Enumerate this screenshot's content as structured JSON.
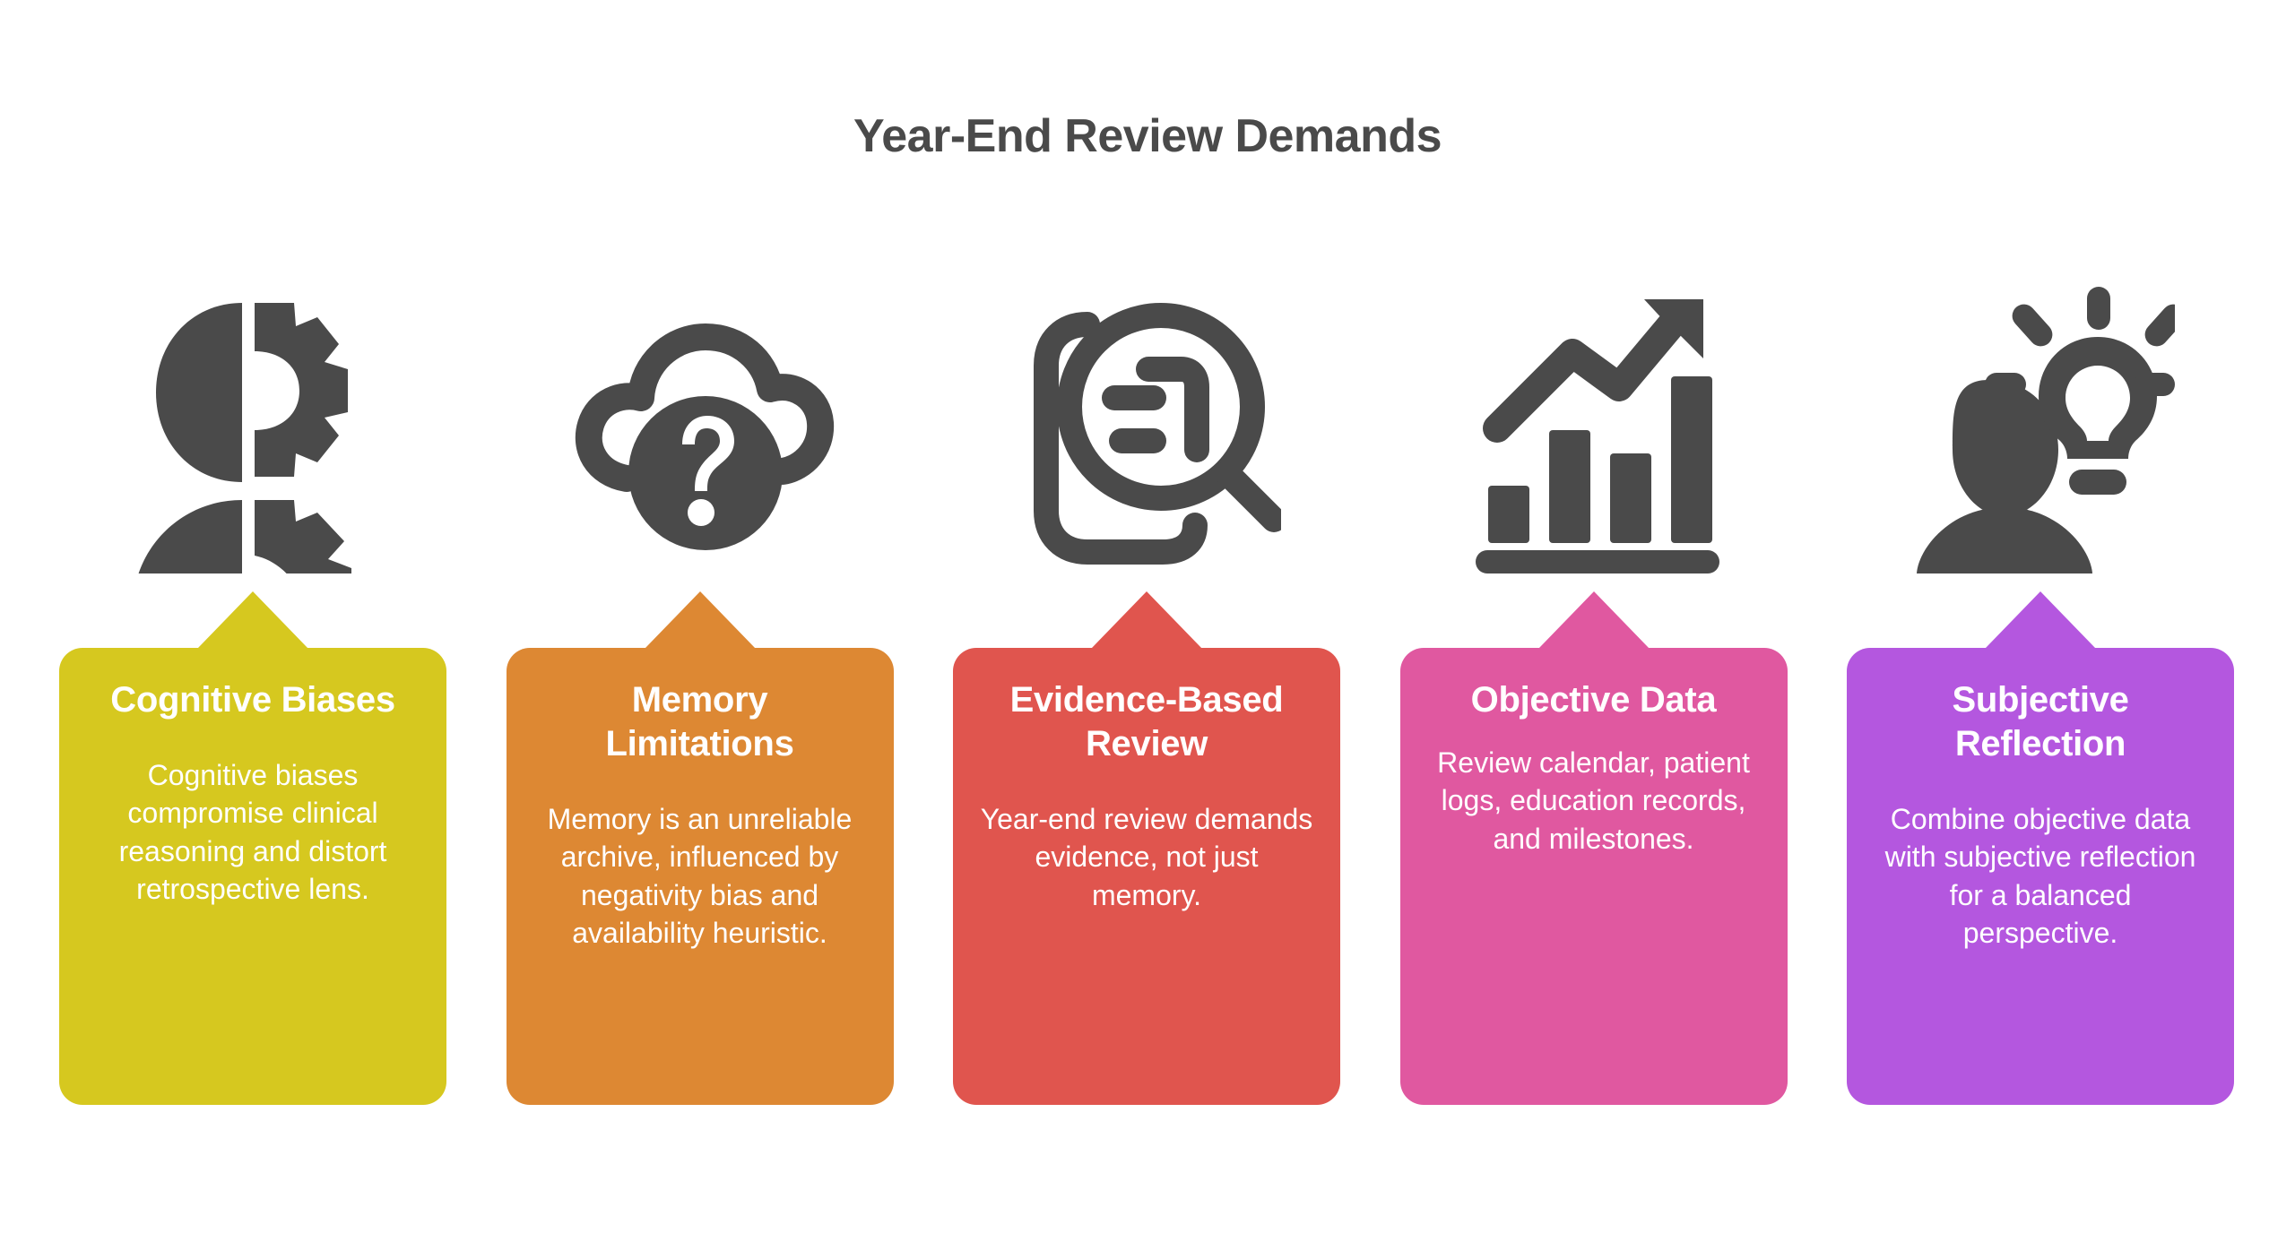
{
  "page": {
    "title": "Year-End Review Demands",
    "title_color": "#4a4a4a",
    "background_color": "#ffffff",
    "icon_color": "#4a4a4a"
  },
  "cards": [
    {
      "icon_name": "head-with-gears-icon",
      "title": "Cognitive Biases",
      "description": "Cognitive biases compromise clinical reasoning and distort retrospective lens.",
      "color": "#d6c81f"
    },
    {
      "icon_name": "cloud-question-mark-icon",
      "title": "Memory Limitations",
      "description": "Memory is an unreliable archive, influenced by negativity bias and availability heuristic.",
      "color": "#dd8833"
    },
    {
      "icon_name": "document-magnifier-icon",
      "title": "Evidence-Based Review",
      "description": "Year-end review demands evidence, not just memory.",
      "color": "#e0554e"
    },
    {
      "icon_name": "bar-chart-growth-arrow-icon",
      "title": "Objective Data",
      "description": "Review calendar, patient logs, education records, and milestones.",
      "color": "#e058a0"
    },
    {
      "icon_name": "person-lightbulb-idea-icon",
      "title": "Subjective Reflection",
      "description": "Combine objective data with subjective reflection for a balanced perspective.",
      "color": "#b457df"
    }
  ]
}
